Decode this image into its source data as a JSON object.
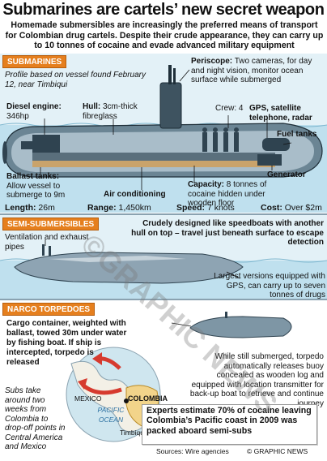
{
  "header": {
    "title": "Submarines are cartels’ new secret weapon",
    "subtitle": "Homemade submersibles are increasingly the preferred means of transport for Colombian drug cartels. Despite their crude appearance, they can carry up to 10 tonnes of cocaine and evade advanced military equipment"
  },
  "submarines": {
    "label": "SUBMARINES",
    "profile": "Profile based on vessel found February 12, near Timbiqui",
    "periscope_title": "Periscope:",
    "periscope_text": "Two cameras, for day and night vision, monitor ocean surface while submerged",
    "diesel_title": "Diesel engine:",
    "diesel_text": "346hp",
    "hull_title": "Hull:",
    "hull_text": "3cm-thick fibreglass",
    "crew": "Crew: 4",
    "gps": "GPS, satellite telephone, radar",
    "fuel": "Fuel tanks",
    "generator": "Generator",
    "ballast_title": "Ballast tanks:",
    "ballast_text": "Allow vessel to submerge to 9m",
    "aircon": "Air conditioning",
    "capacity_title": "Capacity:",
    "capacity_text": "8 tonnes of cocaine hidden under wooden floor",
    "specs": {
      "length_label": "Length:",
      "length": "26m",
      "range_label": "Range:",
      "range": "1,450km",
      "speed_label": "Speed:",
      "speed": "7 knots",
      "cost_label": "Cost:",
      "cost": "Over $2m"
    }
  },
  "semi": {
    "label": "SEMI-SUBMERSIBLES",
    "vent": "Ventilation and exhaust pipes",
    "crude": "Crudely designed like speedboats with another hull on top – travel just beneath surface to escape detection",
    "largest": "Largest versions equipped with GPS, can carry up to seven tonnes of drugs"
  },
  "narco": {
    "label": "NARCO TORPEDOES",
    "cargo": "Cargo container, weighted with ballast, towed 30m under water by fishing boat. If ship is intercepted, torpedo is released",
    "buoy": "While still submerged, torpedo automatically releases buoy concealed as wooden log and equipped with location transmitter for back-up boat to retrieve and continue journey",
    "subs_take": "Subs take around two weeks from Colombia to drop-off points in Central America and Mexico",
    "map_mexico": "MEXICO",
    "map_colombia": "COLOMBIA",
    "map_pacific": "PACIFIC OCEAN",
    "map_timbiqui": "Timbiqui"
  },
  "footer": {
    "callout": "Experts estimate 70% of cocaine leaving Colombia’s Pacific coast in 2009 was packed aboard semi-subs",
    "sources": "Sources: Wire agencies",
    "credit": "© GRAPHIC NEWS",
    "watermark": "©GRAPHIC NEWS"
  },
  "colors": {
    "accent": "#e57f1e",
    "sea": "#cfe8f2",
    "hull_dark": "#2f4350",
    "hull_light": "#8ea4b3"
  }
}
